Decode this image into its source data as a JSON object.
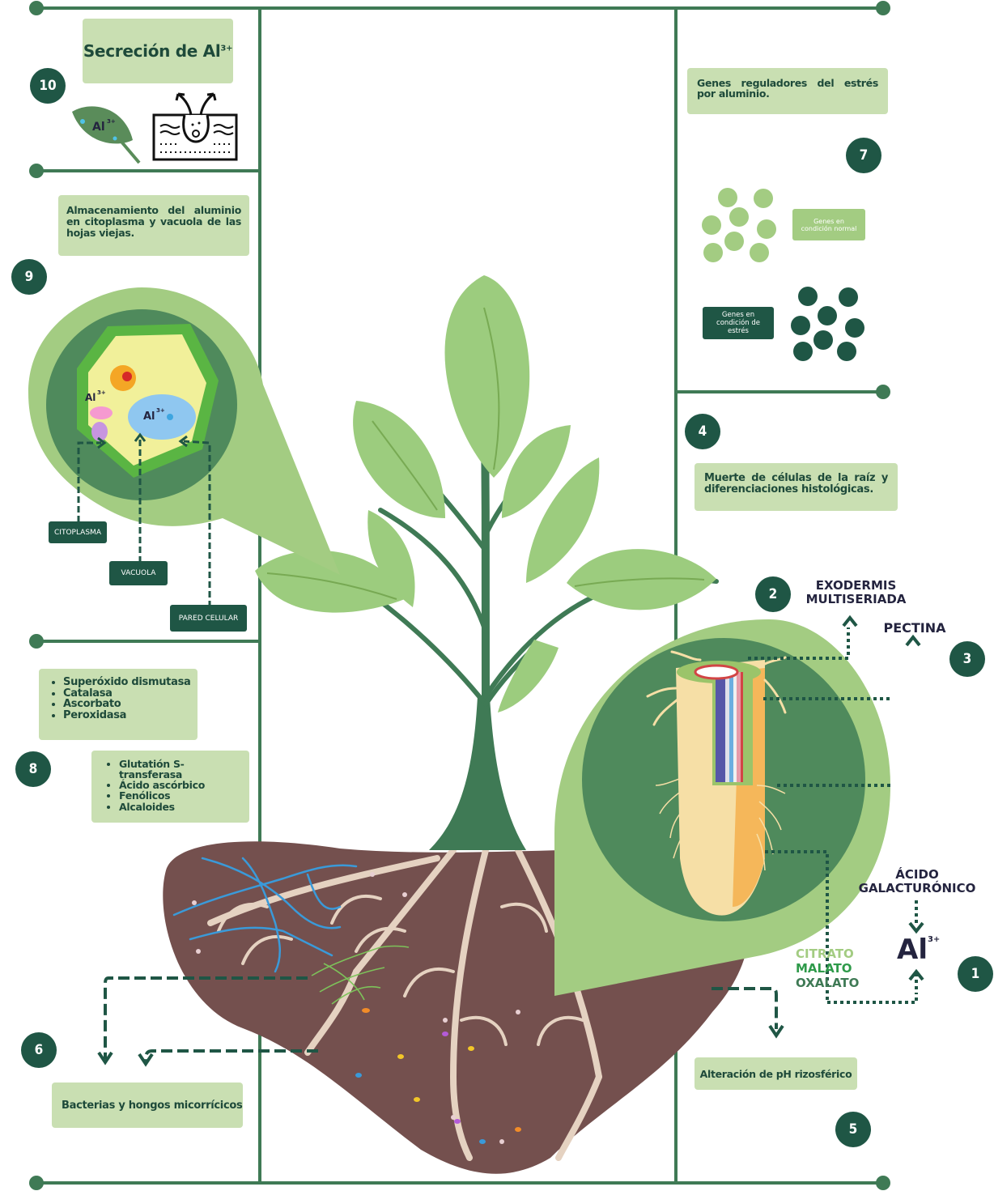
{
  "colors": {
    "frame_line": "#3f7a55",
    "number_badge": "#1f5645",
    "box_bg": "#c9dfb2",
    "box_text": "#1e4a3a",
    "light_green": "#a3cc82",
    "mid_green": "#4f8a5c",
    "soil": "#74504e",
    "root": "#e5d2c1",
    "label_dark": "#24243f",
    "citrato": "#a3cc82",
    "malato": "#2e9a4a",
    "oxalato": "#3f7a55"
  },
  "section10": {
    "number": "10",
    "title": "Secreción de Al",
    "title_sup": "3+",
    "leaf_label": "Al",
    "leaf_label_sup": "3+"
  },
  "section9": {
    "number": "9",
    "text": "Almacenamiento del aluminio en citoplasma y vacuola de las hojas viejas.",
    "cell_label_cytoplasm": "Al",
    "cell_label_vacuole": "Al",
    "sup": "3+",
    "tags": [
      "CITOPLASMA",
      "VACUOLA",
      "PARED CELULAR"
    ]
  },
  "section8": {
    "number": "8",
    "list1": [
      "Superóxido dismutasa",
      "Catalasa",
      "Ascorbato",
      "Peroxidasa"
    ],
    "list2": [
      "Glutatión S-transferasa",
      "Ácido ascórbico",
      "Fenólicos",
      "Alcaloides"
    ]
  },
  "section7": {
    "number": "7",
    "text": "Genes reguladores del estrés por aluminio.",
    "normal_label": "Genes en condición normal",
    "stress_label": "Genes en condición de estrés"
  },
  "section6": {
    "number": "6",
    "text": "Bacterias y hongos micorrícicos"
  },
  "section5": {
    "number": "5",
    "text": "Alteración de pH rizosférico"
  },
  "section4": {
    "number": "4",
    "text": "Muerte de células de la raíz y diferenciaciones histológicas."
  },
  "section3": {
    "number": "3",
    "label": "PECTINA"
  },
  "section2": {
    "number": "2",
    "label_line1": "EXODERMIS",
    "label_line2": "MULTISERIADA"
  },
  "section1": {
    "number": "1",
    "acid_line1": "ÁCIDO",
    "acid_line2": "GALACTURÓNICO",
    "al": "Al",
    "al_sup": "3+",
    "citrato": "CITRATO",
    "malato": "MALATO",
    "oxalato": "OXALATO"
  }
}
